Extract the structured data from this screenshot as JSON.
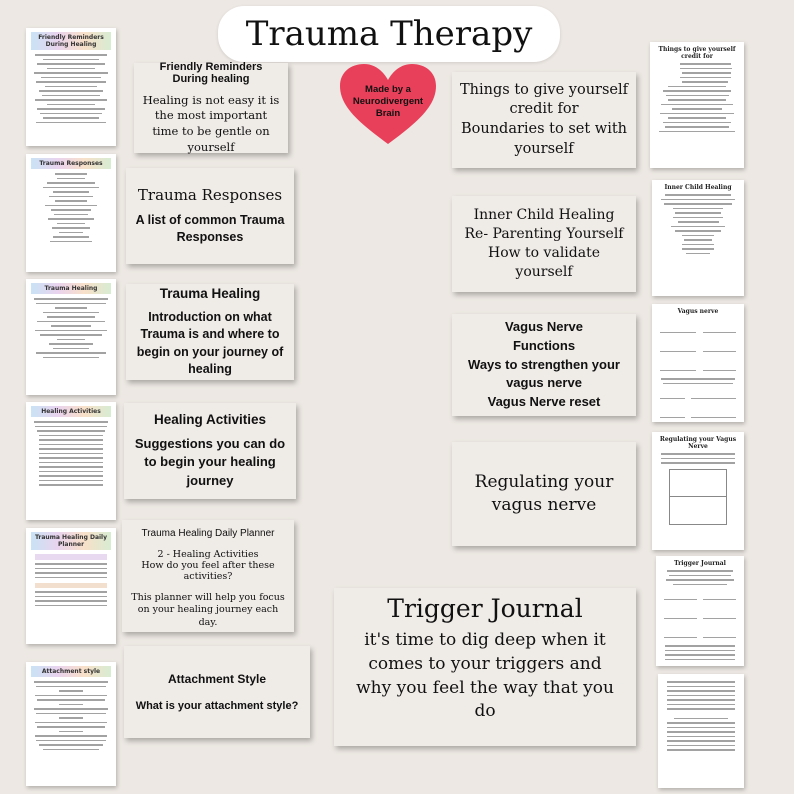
{
  "title": "Trauma Therapy",
  "badge": "Made by a Neurodivergent Brain",
  "colors": {
    "background": "#ede8e3",
    "heart": "#e8405a",
    "card": "#efebe7"
  },
  "left_cards": [
    {
      "heading": "Friendly Reminders During healing",
      "body": "Healing is not easy it is the most important time to be gentle on yourself"
    },
    {
      "heading": "Trauma Responses",
      "body": "A list of common Trauma Responses"
    },
    {
      "heading": "Trauma Healing",
      "body": "Introduction on what Trauma is and where to begin on your journey of healing"
    },
    {
      "heading": "Healing Activities",
      "body": "Suggestions you can do to begin your healing journey"
    },
    {
      "heading": "Trauma Healing Daily Planner",
      "sub": "2 - Healing Activities",
      "sub2": "How do you feel after these activities?",
      "body": "This planner will help you focus on your healing journey each day."
    },
    {
      "heading": "Attachment Style",
      "body": "What is your attachment style?"
    }
  ],
  "right_cards": [
    {
      "lines": [
        "Things to give yourself credit for",
        "Boundaries to set with yourself"
      ]
    },
    {
      "lines": [
        "Inner Child Healing",
        "Re- Parenting Yourself",
        "How to validate yourself"
      ]
    },
    {
      "lines": [
        "Vagus Nerve",
        "Functions",
        "Ways to strengthen your vagus nerve",
        "Vagus Nerve reset"
      ]
    },
    {
      "lines": [
        "Regulating your vagus nerve"
      ]
    }
  ],
  "trigger_card": {
    "heading": "Trigger Journal",
    "body": "it's time to dig deep when it comes to your triggers and why you feel the way that you do"
  },
  "left_thumbs": [
    "Friendly Reminders During Healing",
    "Trauma Responses",
    "Trauma Healing",
    "Healing Activities",
    "Trauma Healing Daily Planner",
    "Attachment style"
  ],
  "right_thumbs": [
    "Things to give yourself credit for",
    "Inner Child Healing",
    "Vagus nerve",
    "Regulating your Vagus Nerve",
    "Trigger Journal",
    ""
  ]
}
